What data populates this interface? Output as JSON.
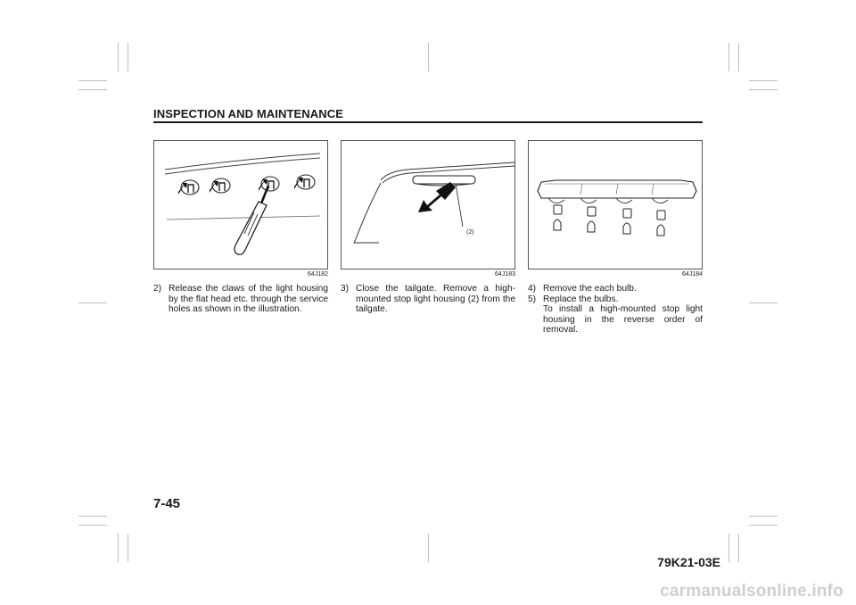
{
  "header": {
    "section_title": "INSPECTION AND MAINTENANCE"
  },
  "figures": [
    {
      "id": "64J182"
    },
    {
      "id": "64J183",
      "callout": "(2)"
    },
    {
      "id": "64J184"
    }
  ],
  "steps": {
    "step2": {
      "num": "2)",
      "text": "Release the claws of the light housing by the flat head etc. through the service holes as shown in the illustration."
    },
    "step3": {
      "num": "3)",
      "text": "Close the tailgate. Remove a high-mounted stop light housing (2) from the tailgate."
    },
    "step4": {
      "num": "4)",
      "text": "Remove the each bulb."
    },
    "step5": {
      "num": "5)",
      "text": "Replace the bulbs.",
      "note": "To install a high-mounted stop light housing in the reverse order of removal."
    }
  },
  "footer": {
    "page_number": "7-45",
    "doc_code": "79K21-03E",
    "watermark": "carmanualsonline.info"
  }
}
